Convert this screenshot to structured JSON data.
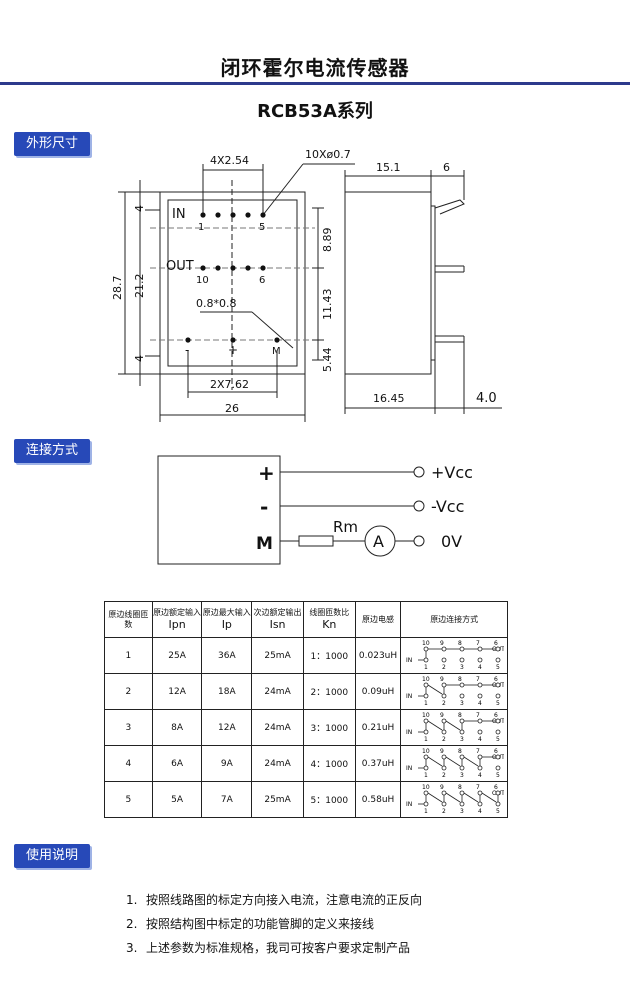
{
  "header": {
    "title": "闭环霍尔电流传感器",
    "series": "RCB53A系列"
  },
  "sections": {
    "dimensions": "外形尺寸",
    "connection": "连接方式",
    "usage": "使用说明"
  },
  "dimension_drawing": {
    "pin_pitch": "4X2.54",
    "pin_dia": "10Xø0.7",
    "in_label": "IN",
    "out_label": "OUT",
    "pin_1": "1",
    "pin_5": "5",
    "pin_10": "10",
    "pin_6": "6",
    "pin_size": "0.8*0.8",
    "pin_minus": "-",
    "pin_plus": "+",
    "pin_m": "M",
    "bottom_pitch": "2X7.62",
    "width": "26",
    "height": "28.7",
    "inner_height": "21.2",
    "top_4": "4",
    "bottom_4": "4",
    "d_889": "8.89",
    "d_1143": "11.43",
    "d_544": "5.44",
    "depth": "15.1",
    "lead_6": "6",
    "d_1645": "16.45",
    "d_40": "4.0"
  },
  "wiring": {
    "plus": "+",
    "minus": "-",
    "m": "M",
    "rm": "Rm",
    "ammeter": "A",
    "vcc_pos": "+Vcc",
    "vcc_neg": "-Vcc",
    "zero": "0V"
  },
  "spec_table": {
    "headers": [
      {
        "cn": "原边线圈匝数",
        "sub": ""
      },
      {
        "cn": "原边额定输入",
        "sub": "Ipn"
      },
      {
        "cn": "原边最大输入",
        "sub": "Ip"
      },
      {
        "cn": "次边额定输出",
        "sub": "Isn"
      },
      {
        "cn": "线圈匝数比",
        "sub": "Kn"
      },
      {
        "cn": "原边电感",
        "sub": ""
      },
      {
        "cn": "原边连接方式",
        "sub": ""
      }
    ],
    "rows": [
      {
        "turns": "1",
        "ipn": "25A",
        "ip": "36A",
        "isn": "25mA",
        "kn": "1：1000",
        "ind": "0.023uH"
      },
      {
        "turns": "2",
        "ipn": "12A",
        "ip": "18A",
        "isn": "24mA",
        "kn": "2：1000",
        "ind": "0.09uH"
      },
      {
        "turns": "3",
        "ipn": "8A",
        "ip": "12A",
        "isn": "24mA",
        "kn": "3：1000",
        "ind": "0.21uH"
      },
      {
        "turns": "4",
        "ipn": "6A",
        "ip": "9A",
        "isn": "24mA",
        "kn": "4：1000",
        "ind": "0.37uH"
      },
      {
        "turns": "5",
        "ipn": "5A",
        "ip": "7A",
        "isn": "25mA",
        "kn": "5：1000",
        "ind": "0.58uH"
      }
    ],
    "diagram_top": [
      "10",
      "9",
      "8",
      "7",
      "6"
    ],
    "diagram_bottom": [
      "1",
      "2",
      "3",
      "4",
      "5"
    ],
    "diagram_in": "IN",
    "diagram_out": "OUT"
  },
  "notes": [
    {
      "num": "1.",
      "text": "按照线路图的标定方向接入电流，注意电流的正反向"
    },
    {
      "num": "2.",
      "text": "按照结构图中标定的功能管脚的定义来接线"
    },
    {
      "num": "3.",
      "text": "上述参数为标准规格，我司可按客户要求定制产品"
    }
  ]
}
